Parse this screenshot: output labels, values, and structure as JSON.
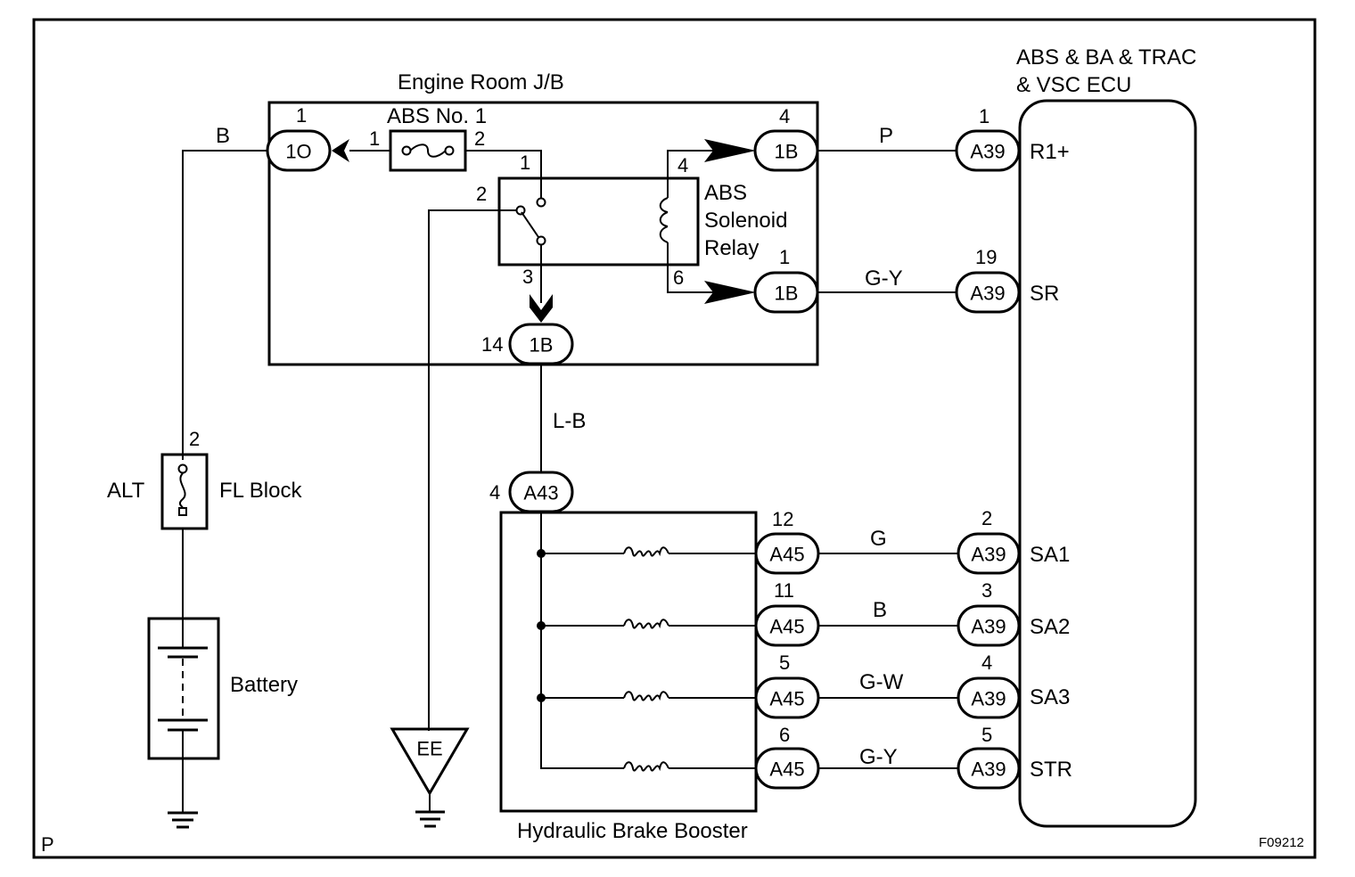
{
  "diagram": {
    "page_marker": "P",
    "figure_id": "F09212",
    "components": {
      "engine_room_jb": "Engine Room J/B",
      "abs_fuse": "ABS No. 1",
      "abs_relay_line1": "ABS",
      "abs_relay_line2": "Solenoid",
      "abs_relay_line3": "Relay",
      "ecu_line1": "ABS & BA & TRAC",
      "ecu_line2": "& VSC ECU",
      "fl_block": "FL Block",
      "fl_fuse": "ALT",
      "battery": "Battery",
      "ground_ee": "EE",
      "brake_booster": "Hydraulic Brake Booster"
    },
    "connectors": {
      "c_1O": {
        "id": "1O",
        "pin": "1"
      },
      "c_1B_top": {
        "id": "1B",
        "pin": "4"
      },
      "c_1B_mid": {
        "id": "1B",
        "pin": "1"
      },
      "c_1B_bot": {
        "id": "1B",
        "pin": "14"
      },
      "c_A43": {
        "id": "A43",
        "pin": "4"
      },
      "c_A39_r1": {
        "id": "A39",
        "pin": "1"
      },
      "c_A39_sr": {
        "id": "A39",
        "pin": "19"
      },
      "c_A45_1": {
        "id": "A45",
        "pin": "12"
      },
      "c_A45_2": {
        "id": "A45",
        "pin": "11"
      },
      "c_A45_3": {
        "id": "A45",
        "pin": "5"
      },
      "c_A45_4": {
        "id": "A45",
        "pin": "6"
      },
      "c_A39_1": {
        "id": "A39",
        "pin": "2"
      },
      "c_A39_2": {
        "id": "A39",
        "pin": "3"
      },
      "c_A39_3": {
        "id": "A39",
        "pin": "4"
      },
      "c_A39_4": {
        "id": "A39",
        "pin": "5"
      }
    },
    "pins": {
      "fuse_in": "1",
      "fuse_out": "2",
      "relay_1": "1",
      "relay_2": "2",
      "relay_3": "3",
      "relay_4": "4",
      "relay_6": "6",
      "fl_pin": "2"
    },
    "wire_colors": {
      "battery_feed": "B",
      "r1": "P",
      "sr": "G-Y",
      "booster_feed": "L-B",
      "sa1": "G",
      "sa2": "B",
      "sa3": "G-W",
      "str": "G-Y"
    },
    "ecu_terminals": {
      "r1": "R1+",
      "sr": "SR",
      "sa1": "SA1",
      "sa2": "SA2",
      "sa3": "SA3",
      "str": "STR"
    }
  }
}
